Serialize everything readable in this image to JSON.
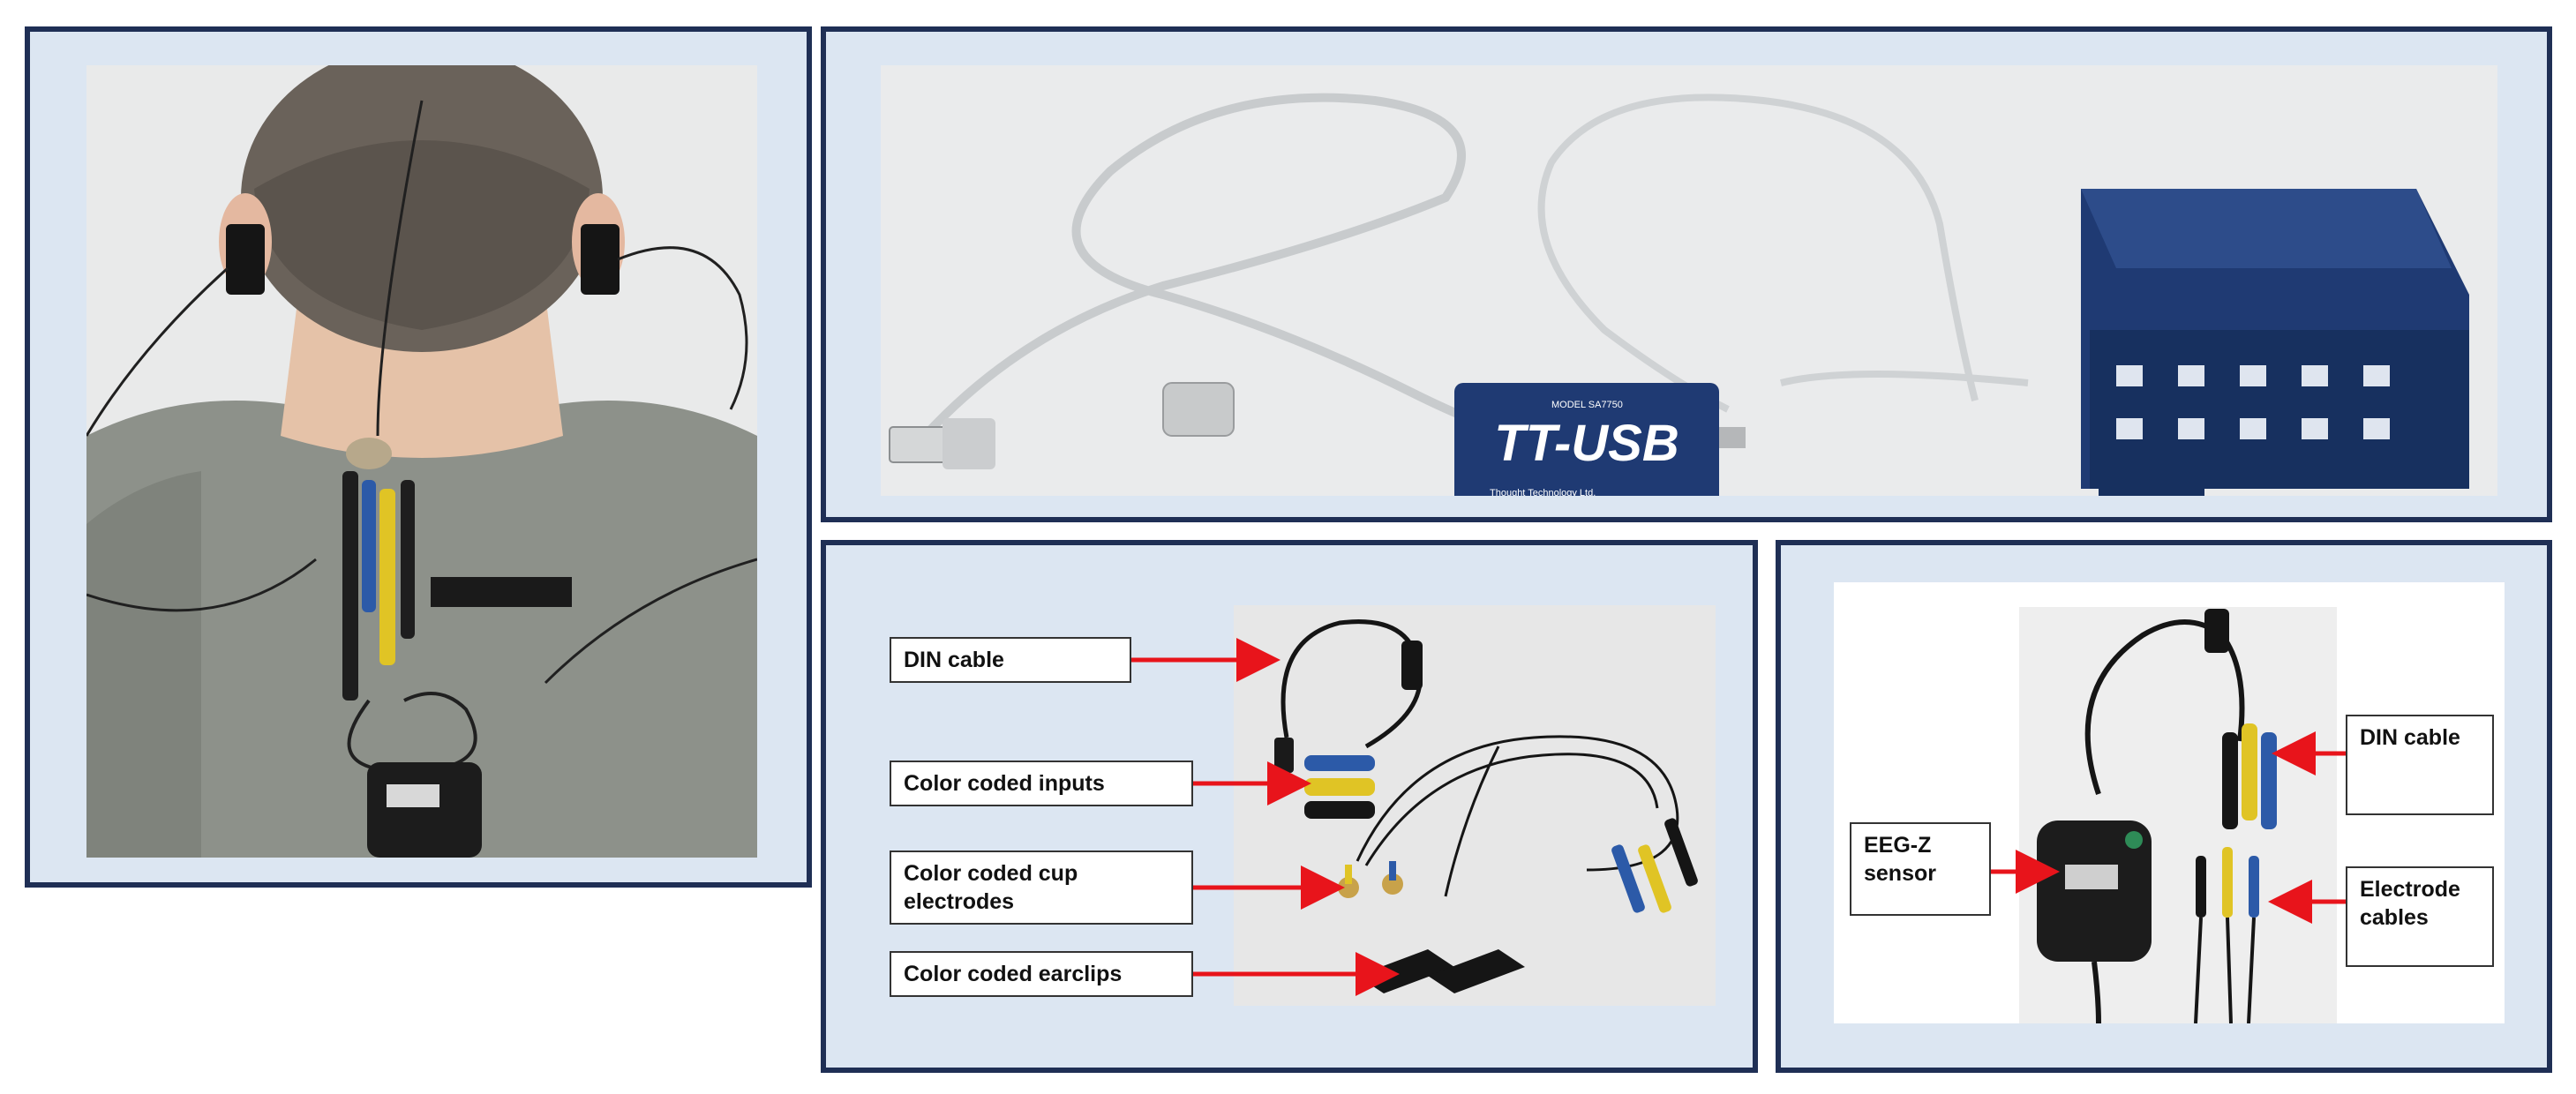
{
  "device_label": "TT-USB",
  "small_labels": {
    "model": "MODEL SA7750",
    "brand": "Thought Technology Ltd."
  },
  "labels": {
    "din_cable": "DIN cable",
    "color_coded_inputs": "Color coded inputs",
    "color_coded_cup_electrodes": "Color coded cup\nelectrodes",
    "color_coded_earclips": "Color coded earclips",
    "din_cable_right": "DIN cable",
    "eeg_z_sensor": "EEG-Z\nsensor",
    "electrode_cables": "Electrode\ncables"
  },
  "colors": {
    "frame": "#1f2f55",
    "panel_bg": "#dce6f2",
    "arrow": "#e8141b",
    "device_blue": "#1f3a73"
  }
}
